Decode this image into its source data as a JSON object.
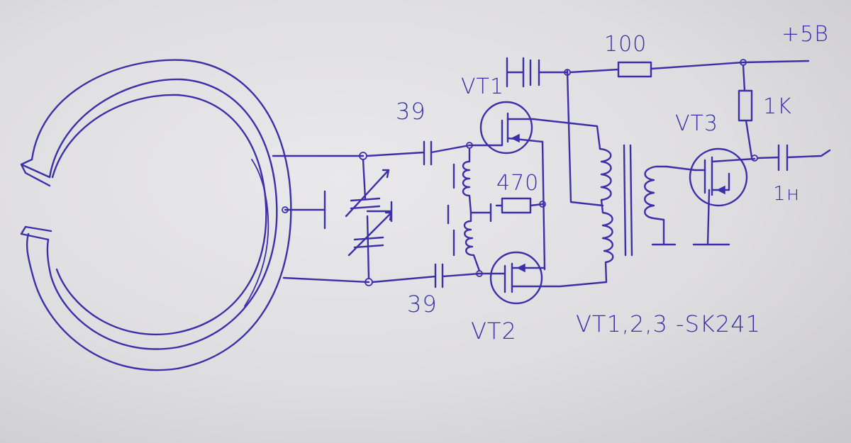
{
  "labels": {
    "r1": "100",
    "supply": "+5B",
    "r2": "1K",
    "vt1": "VT1",
    "vt3": "VT3",
    "c1": "39",
    "c2": "39",
    "r3": "470",
    "vt2": "VT2",
    "c3": "1н",
    "note": "VT1,2,3 -SK241"
  },
  "colors": {
    "ink": "#3d2fa8",
    "paper": "#e4e3e5"
  }
}
